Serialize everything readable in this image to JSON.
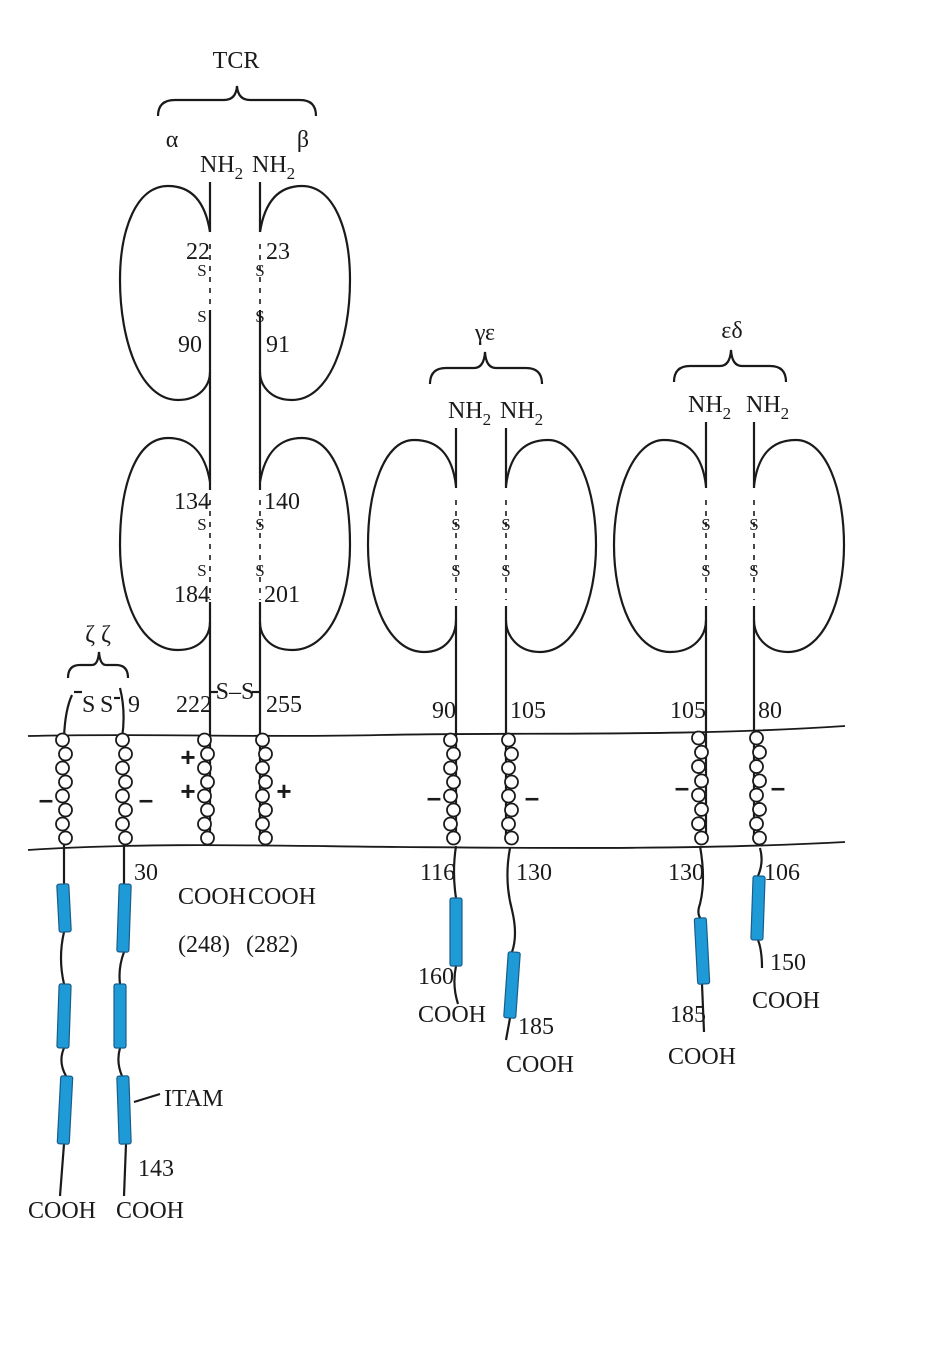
{
  "colors": {
    "accent": "#1e9bd7",
    "ink": "#1a1a1a"
  },
  "labels": {
    "tcr": "TCR",
    "alpha": "α",
    "beta": "β",
    "zeta_pair": "ζ ζ",
    "gamma_epsilon": "γε",
    "epsilon_delta": "εδ",
    "nh2": "NH",
    "sub2": "2",
    "cooh": "COOH",
    "itam": "ITAM",
    "s": "S",
    "s_bond_tcr": "S–S",
    "plus": "+",
    "minus": "–"
  },
  "residues": {
    "alpha_22": "22",
    "beta_23": "23",
    "alpha_90": "90",
    "beta_91": "91",
    "alpha_134": "134",
    "beta_140": "140",
    "alpha_184": "184",
    "beta_201": "201",
    "alpha_222": "222",
    "beta_255": "255",
    "alpha_cooh": "(248)",
    "beta_cooh": "(282)",
    "zeta_9": "9",
    "zeta_30": "30",
    "zeta_143": "143",
    "gamma_90": "90",
    "gamma_116": "116",
    "gamma_160": "160",
    "eps1_105": "105",
    "eps1_130": "130",
    "eps1_185": "185",
    "eps2_105": "105",
    "eps2_130": "130",
    "eps2_185": "185",
    "delta_80": "80",
    "delta_106": "106",
    "delta_150": "150"
  }
}
